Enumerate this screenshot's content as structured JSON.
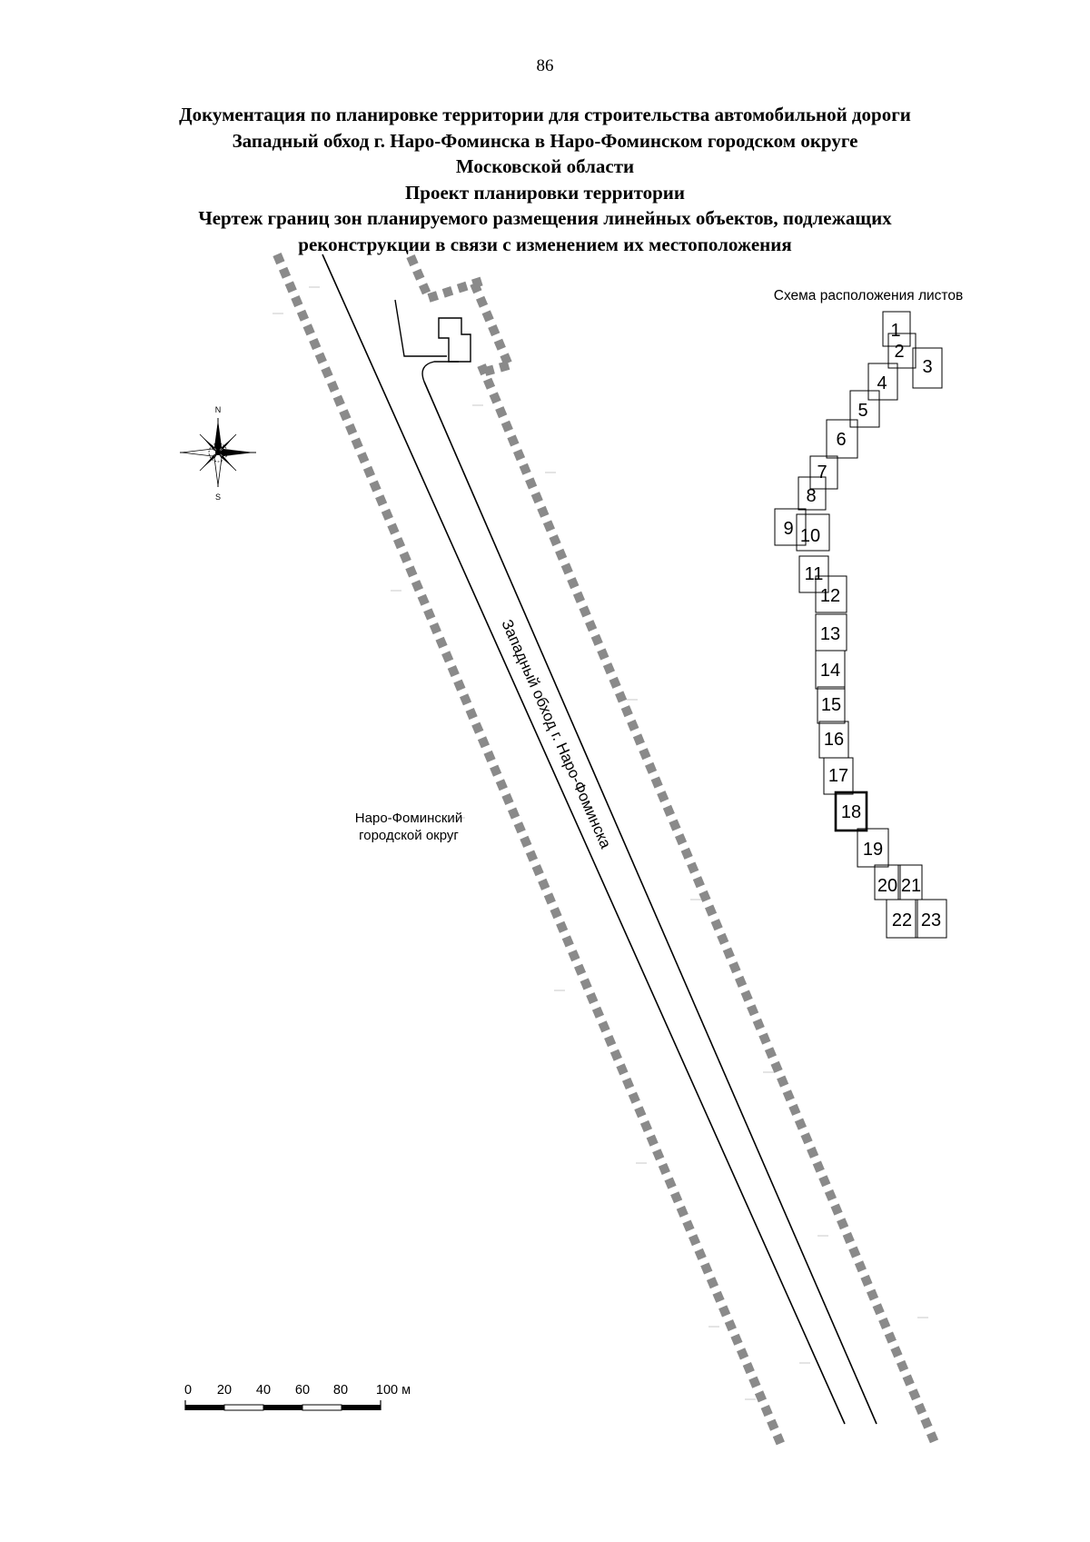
{
  "page_number": "86",
  "title_lines": [
    "Документация по планировке территории для строительства автомобильной дороги",
    "Западный обход г. Наро-Фоминска в Наро-Фоминском городском округе",
    "Московской области",
    "Проект планировки территории",
    "Чертеж границ зон планируемого размещения линейных объектов, подлежащих",
    "реконструкции в связи с изменением их местоположения"
  ],
  "map": {
    "road_label": "Западный обход г. Наро-Фоминска",
    "district_label_lines": [
      "Наро-Фоминский",
      "городской округ"
    ],
    "compass": {
      "north": "N",
      "south": "S"
    },
    "colors": {
      "boundary_hatch": "#8a8a8a",
      "lines": "#000000"
    }
  },
  "sheet_index": {
    "title": "Схема расположения листов",
    "sheets": [
      "1",
      "2",
      "3",
      "4",
      "5",
      "6",
      "7",
      "8",
      "9",
      "10",
      "11",
      "12",
      "13",
      "14",
      "15",
      "16",
      "17",
      "18",
      "19",
      "20",
      "21",
      "22",
      "23"
    ],
    "highlighted_sheet": "18"
  },
  "scale_bar": {
    "labels": [
      "0",
      "20",
      "40",
      "60",
      "80",
      "100 м"
    ]
  }
}
